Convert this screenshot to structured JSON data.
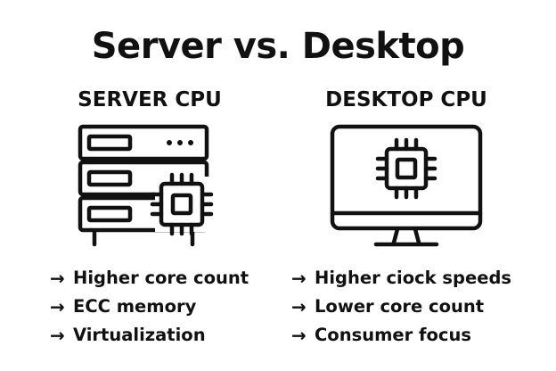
{
  "title": "Server vs. Desktop",
  "columns": [
    {
      "heading": "SERVER CPU",
      "icon": "server-rack-with-cpu-chip-icon",
      "bullets": [
        "Higher core count",
        "ECC memory",
        "Virtualization"
      ]
    },
    {
      "heading": "DESKTOP CPU",
      "icon": "desktop-monitor-with-cpu-chip-icon",
      "bullets": [
        "Higher ciock speeds",
        "Lower core count",
        "Consumer focus"
      ]
    }
  ],
  "bullet_marker": "→",
  "colors": {
    "ink": "#111111",
    "background": "#ffffff"
  }
}
